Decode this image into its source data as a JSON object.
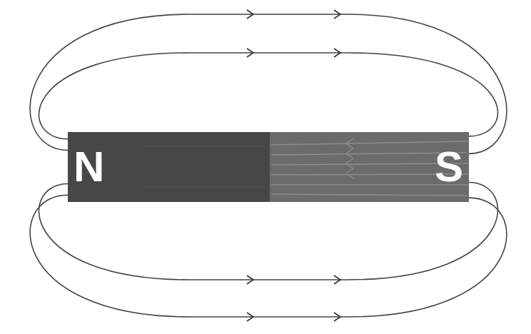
{
  "diagram": {
    "nodes": [
      {
        "text": [
          "N"
        ]
      },
      {
        "text": [
          "S"
        ]
      }
    ],
    "edges": [
      {
        "from": 0,
        "to": 1,
        "arrow": "to"
      },
      {
        "from": 0,
        "to": 1,
        "arrow": "to"
      },
      {
        "from": 0,
        "to": 1,
        "arrow": "to"
      },
      {
        "from": 0,
        "to": 1,
        "arrow": "to"
      }
    ]
  }
}
